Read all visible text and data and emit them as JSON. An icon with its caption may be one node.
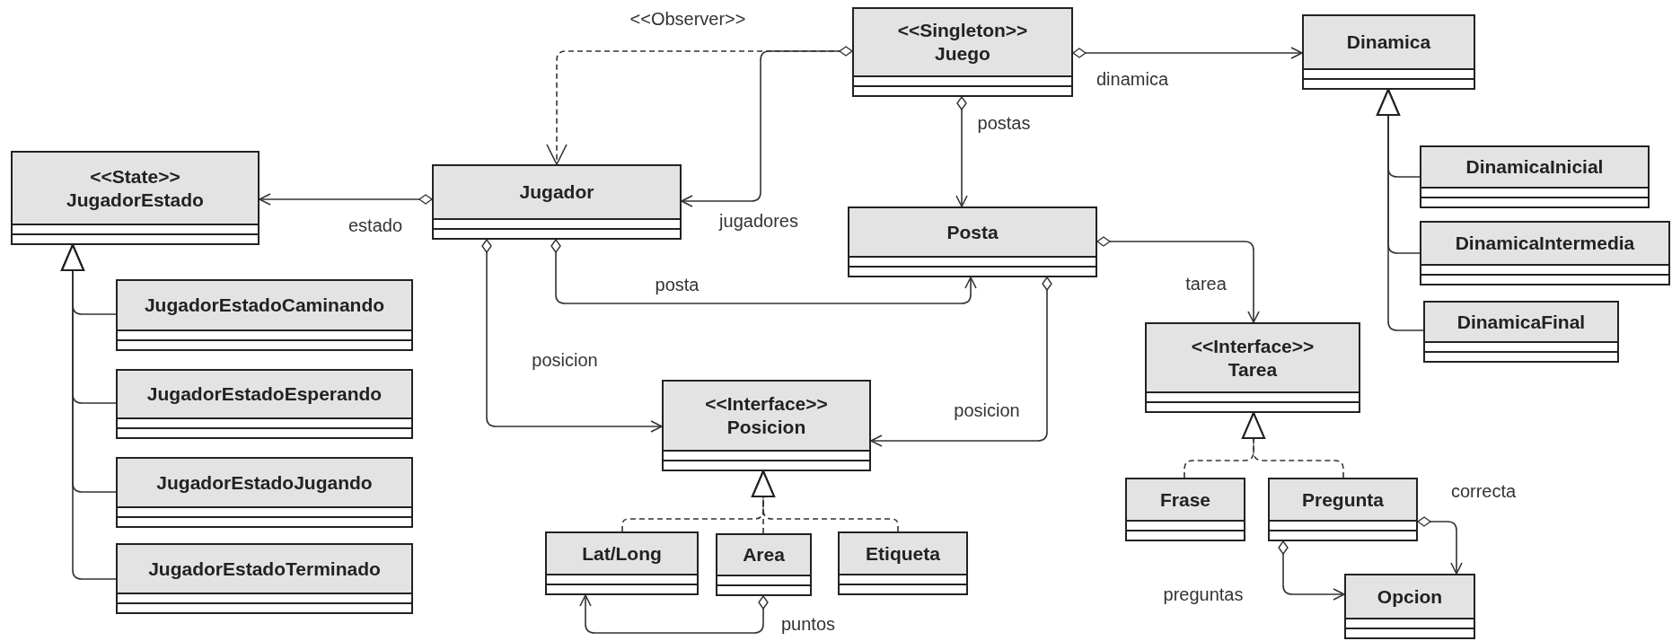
{
  "diagram": {
    "nodes": [
      {
        "text": [
          "<<Singleton>>",
          "Juego"
        ]
      },
      {
        "text": [
          "Dinamica"
        ]
      },
      {
        "text": [
          "<<State>>",
          "JugadorEstado"
        ]
      },
      {
        "text": [
          "Jugador"
        ]
      },
      {
        "text": [
          "Posta"
        ]
      },
      {
        "text": [
          "DinamicaInicial"
        ]
      },
      {
        "text": [
          "DinamicaIntermedia"
        ]
      },
      {
        "text": [
          "DinamicaFinal"
        ]
      },
      {
        "text": [
          "JugadorEstadoCaminando"
        ]
      },
      {
        "text": [
          "<<Interface>>",
          "Tarea"
        ]
      },
      {
        "text": [
          "JugadorEstadoEsperando"
        ]
      },
      {
        "text": [
          "<<Interface>>",
          "Posicion"
        ]
      },
      {
        "text": [
          "JugadorEstadoJugando"
        ]
      },
      {
        "text": [
          "Frase"
        ]
      },
      {
        "text": [
          "Pregunta"
        ]
      },
      {
        "text": [
          "Lat/Long"
        ]
      },
      {
        "text": [
          "Area"
        ]
      },
      {
        "text": [
          "Etiqueta"
        ]
      },
      {
        "text": [
          "JugadorEstadoTerminado"
        ]
      },
      {
        "text": [
          "Opcion"
        ]
      }
    ],
    "edges": [
      {
        "from": 0,
        "to": 3,
        "arrow": "to",
        "label": "<<Observer>>",
        "style": "dashed"
      },
      {
        "from": 0,
        "to": 3,
        "arrow": "to",
        "label": "jugadores"
      },
      {
        "from": 0,
        "to": 1,
        "arrow": "to",
        "label": "dinamica"
      },
      {
        "from": 0,
        "to": 4,
        "arrow": "to",
        "label": "postas"
      },
      {
        "from": 3,
        "to": 2,
        "arrow": "to",
        "label": "estado"
      },
      {
        "from": 3,
        "to": 4,
        "arrow": "to",
        "label": "posta"
      },
      {
        "from": 3,
        "to": 11,
        "arrow": "to",
        "label": "posicion"
      },
      {
        "from": 4,
        "to": 11,
        "arrow": "to",
        "label": "posicion"
      },
      {
        "from": 4,
        "to": 9,
        "arrow": "to",
        "label": "tarea"
      },
      {
        "from": 14,
        "to": 19,
        "arrow": "to",
        "label": "correcta"
      },
      {
        "from": 14,
        "to": 19,
        "arrow": "to",
        "label": "preguntas"
      },
      {
        "from": 16,
        "to": 15,
        "arrow": "to",
        "label": "puntos"
      },
      {
        "from": 5,
        "to": 1,
        "arrow": "to"
      },
      {
        "from": 6,
        "to": 1,
        "arrow": "to"
      },
      {
        "from": 7,
        "to": 1,
        "arrow": "to"
      },
      {
        "from": 8,
        "to": 2,
        "arrow": "to"
      },
      {
        "from": 10,
        "to": 2,
        "arrow": "to"
      },
      {
        "from": 12,
        "to": 2,
        "arrow": "to"
      },
      {
        "from": 18,
        "to": 2,
        "arrow": "to"
      },
      {
        "from": 13,
        "to": 9,
        "arrow": "to",
        "style": "dashed"
      },
      {
        "from": 14,
        "to": 9,
        "arrow": "to",
        "style": "dashed"
      },
      {
        "from": 15,
        "to": 11,
        "arrow": "to",
        "style": "dashed"
      },
      {
        "from": 16,
        "to": 11,
        "arrow": "to",
        "style": "dashed"
      },
      {
        "from": 17,
        "to": 11,
        "arrow": "to",
        "style": "dashed"
      }
    ]
  }
}
